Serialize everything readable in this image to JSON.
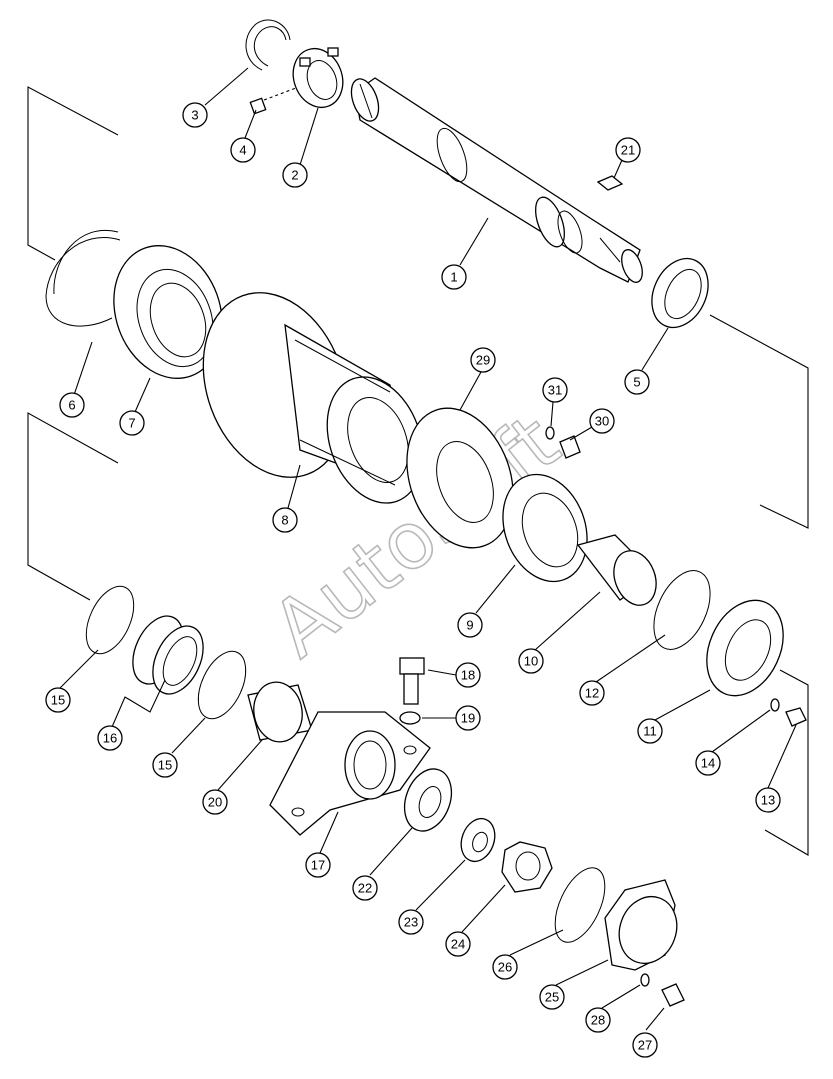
{
  "diagram": {
    "watermark": "AutoSoft",
    "callouts": [
      "1",
      "2",
      "3",
      "4",
      "5",
      "6",
      "7",
      "8",
      "9",
      "10",
      "11",
      "12",
      "13",
      "14",
      "15",
      "15",
      "16",
      "17",
      "18",
      "19",
      "20",
      "21",
      "22",
      "23",
      "24",
      "25",
      "26",
      "27",
      "28",
      "29",
      "30",
      "31"
    ]
  }
}
